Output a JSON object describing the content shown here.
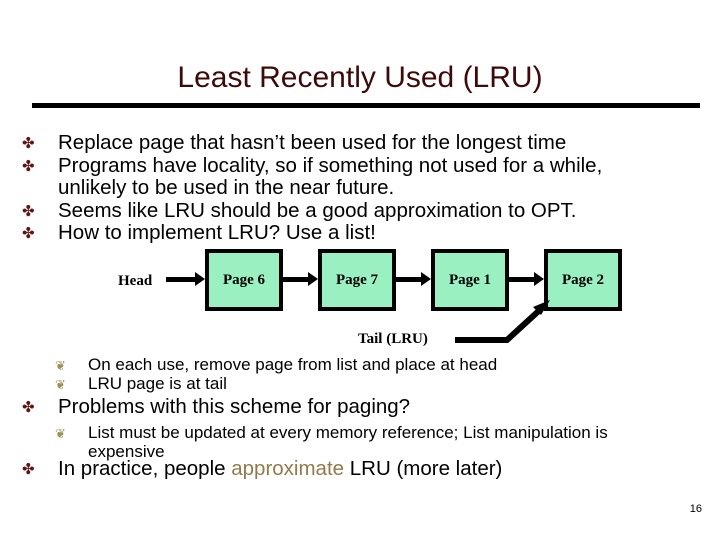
{
  "slide": {
    "title": "Least Recently Used (LRU)",
    "title_color": "#3d0a0a",
    "page_number": "16",
    "background": "#ffffff"
  },
  "bullets": {
    "level1_glyph": "✤",
    "level1_glyph_name": "gear-wheel-bullet-icon",
    "level1_color": "#5c1616",
    "level2_glyph": "❦",
    "level2_glyph_name": "leaf-bullet-icon",
    "level2_color": "#9b9357",
    "items": [
      {
        "level": 1,
        "text": "Replace page that hasn’t been used for the longest time"
      },
      {
        "level": 1,
        "text": "Programs have locality, so if something not used for a while, unlikely to be used in the near future."
      },
      {
        "level": 1,
        "text": "Seems like LRU should be a good approximation to OPT."
      },
      {
        "level": 1,
        "text": "How to implement LRU? Use a list!"
      },
      {
        "level": 2,
        "text": "On each use, remove page from list and place at head"
      },
      {
        "level": 2,
        "text": "LRU page is at tail"
      },
      {
        "level": 1,
        "text": "Problems with this scheme for paging?"
      },
      {
        "level": 2,
        "text": "List must be updated at every memory reference; List manipulation is expensive"
      },
      {
        "level": 1,
        "text_before": "In practice, people ",
        "text_accent": "approximate",
        "text_after": " LRU (more later)",
        "accent_color": "#94794a"
      }
    ]
  },
  "diagram": {
    "name": "lru-linked-list-diagram",
    "box_fill": "#9bf0c2",
    "box_border": "#000000",
    "head_label": "Head",
    "tail_label": "Tail (LRU)",
    "nodes": [
      {
        "label": "Page 6"
      },
      {
        "label": "Page 7"
      },
      {
        "label": "Page 1"
      },
      {
        "label": "Page 2"
      }
    ]
  }
}
